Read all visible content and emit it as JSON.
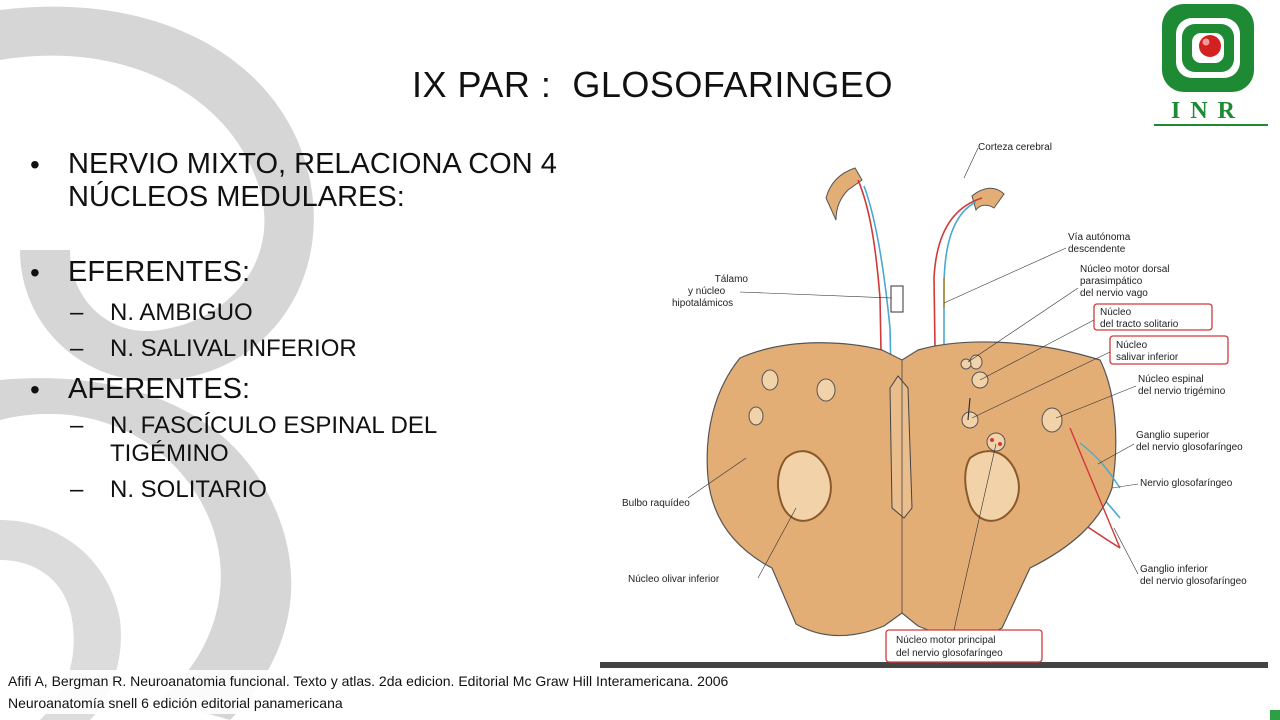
{
  "slide": {
    "title": "IX PAR :  GLOSOFARINGEO",
    "logo_text": "INR",
    "colors": {
      "logo_green": "#1e8a34",
      "logo_red": "#d32020",
      "swirl": "#cfcfcf",
      "tissue": "#e3ad76",
      "callout_red": "#d03a3a"
    }
  },
  "bullets": [
    {
      "text": "NERVIO MIXTO, RELACIONA CON 4 NÚCLEOS MEDULARES:"
    },
    {
      "text": "EFERENTES:"
    },
    {
      "text": "N. AMBIGUO"
    },
    {
      "text": "N. SALIVAL INFERIOR"
    },
    {
      "text": "AFERENTES:"
    },
    {
      "text": "N. FASCÍCULO ESPINAL DEL TIGÉMINO"
    },
    {
      "text": "N. SOLITARIO"
    }
  ],
  "figure": {
    "labels": {
      "corteza": "Corteza cerebral",
      "via1": "Vía autónoma",
      "via2": "descendente",
      "motor_dorsal1": "Núcleo motor dorsal",
      "motor_dorsal2": "parasimpático",
      "motor_dorsal3": "del nervio vago",
      "talamo1": "Tálamo",
      "talamo2": "y núcleo",
      "talamo3": "hipotalámicos",
      "tracto1": "Núcleo",
      "tracto2": "del tracto solitario",
      "salivar1": "Núcleo",
      "salivar2": "salivar inferior",
      "espinal1": "Núcleo espinal",
      "espinal2": "del nervio trigémino",
      "gsup1": "Ganglio superior",
      "gsup2": "del nervio glosofaríngeo",
      "nervio": "Nervio glosofaríngeo",
      "bulbo": "Bulbo raquídeo",
      "olivar": "Núcleo olivar inferior",
      "ginf1": "Ganglio inferior",
      "ginf2": "del nervio glosofaríngeo",
      "motor_ppal1": "Núcleo motor principal",
      "motor_ppal2": "del nervio glosofaríngeo"
    }
  },
  "references": [
    "Afifi A, Bergman R. Neuroanatomia funcional. Texto y atlas. 2da edicion. Editorial Mc Graw Hill Interamericana. 2006",
    "Neuroanatomía snell  6 edición editorial panamericana"
  ]
}
